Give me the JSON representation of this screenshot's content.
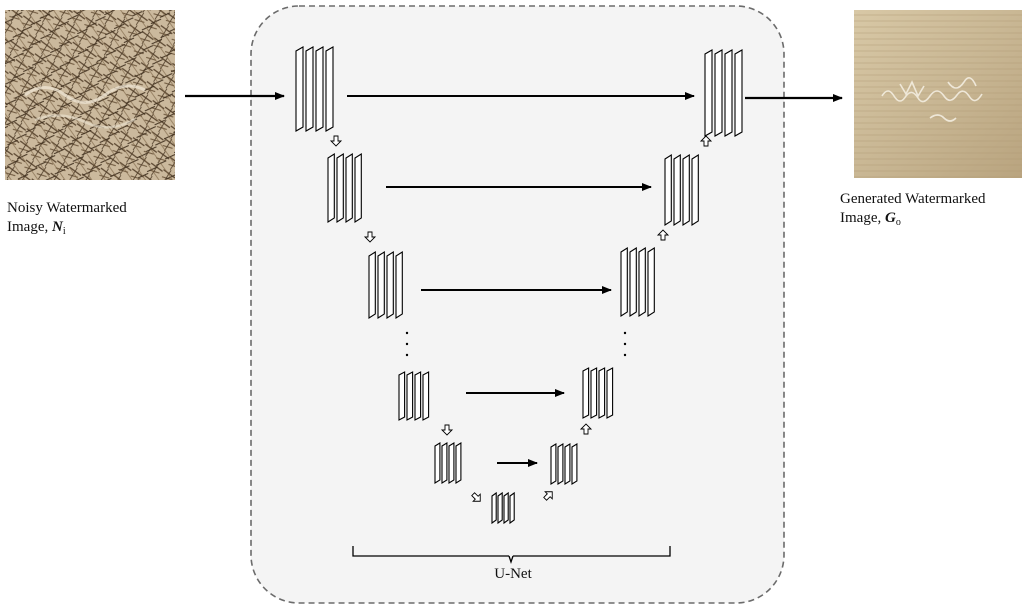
{
  "input": {
    "caption_line1": "Noisy Watermarked",
    "caption_prefix": "Image, ",
    "caption_symbol": "N",
    "caption_subscript": "i",
    "image_palette": {
      "base": "#cbb99d",
      "stroke": "#5a4630",
      "light": "#e8ddc8"
    }
  },
  "output": {
    "caption_line1": "Generated Watermarked",
    "caption_prefix": "Image, ",
    "caption_symbol": "G",
    "caption_subscript": "o",
    "image_palette": {
      "base": "#c9b794",
      "stroke": "#efe7d4",
      "light": "#ddd0b3"
    }
  },
  "network": {
    "label": "U-Net",
    "panel_fill": "#f4f4f4",
    "panel_border": "#6b6b6b"
  }
}
